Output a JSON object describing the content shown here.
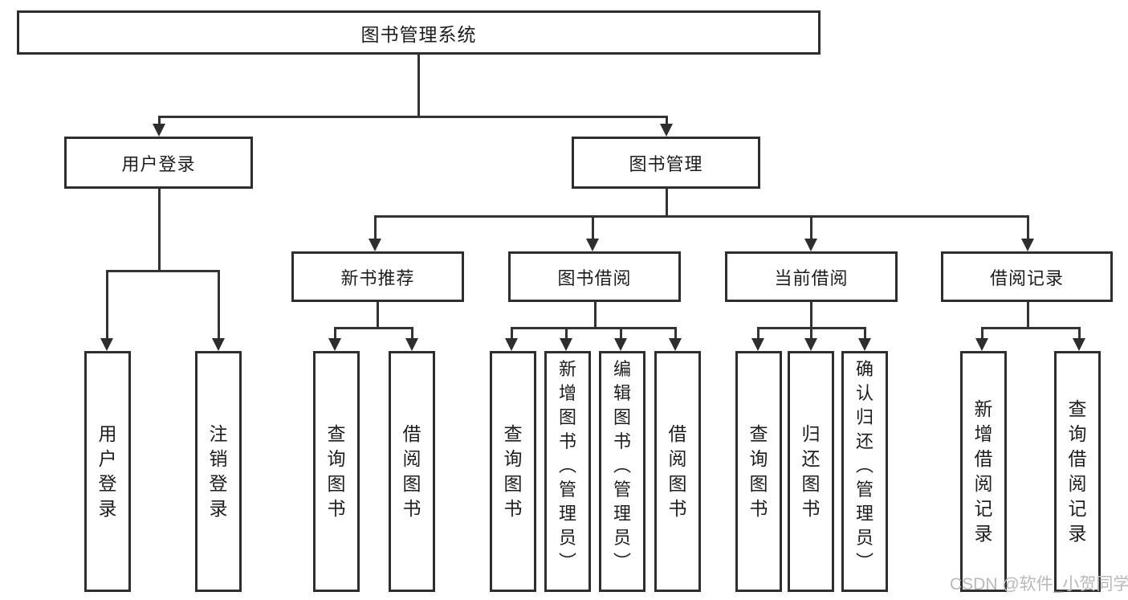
{
  "tree": {
    "label": "图书管理系统",
    "children": [
      {
        "label": "用户登录",
        "children": [
          {
            "label": "用户登录"
          },
          {
            "label": "注销登录"
          }
        ]
      },
      {
        "label": "图书管理",
        "children": [
          {
            "label": "新书推荐",
            "children": [
              {
                "label": "查询图书"
              },
              {
                "label": "借阅图书"
              }
            ]
          },
          {
            "label": "图书借阅",
            "children": [
              {
                "label": "查询图书"
              },
              {
                "label": "新增图书（管理员）"
              },
              {
                "label": "编辑图书（管理员）"
              },
              {
                "label": "借阅图书"
              }
            ]
          },
          {
            "label": "当前借阅",
            "children": [
              {
                "label": "查询图书"
              },
              {
                "label": "归还图书"
              },
              {
                "label": "确认归还（管理员）"
              }
            ]
          },
          {
            "label": "借阅记录",
            "children": [
              {
                "label": "新增借阅记录"
              },
              {
                "label": "查询借阅记录"
              }
            ]
          }
        ]
      }
    ]
  },
  "watermark": {
    "text": "CSDN @软件_小贺同学"
  },
  "colors": {
    "background": "#ffffff",
    "line": "#333333",
    "box_border": "#2e2e2e",
    "text": "#1d1d1d",
    "watermark": "#b9b9b9"
  }
}
